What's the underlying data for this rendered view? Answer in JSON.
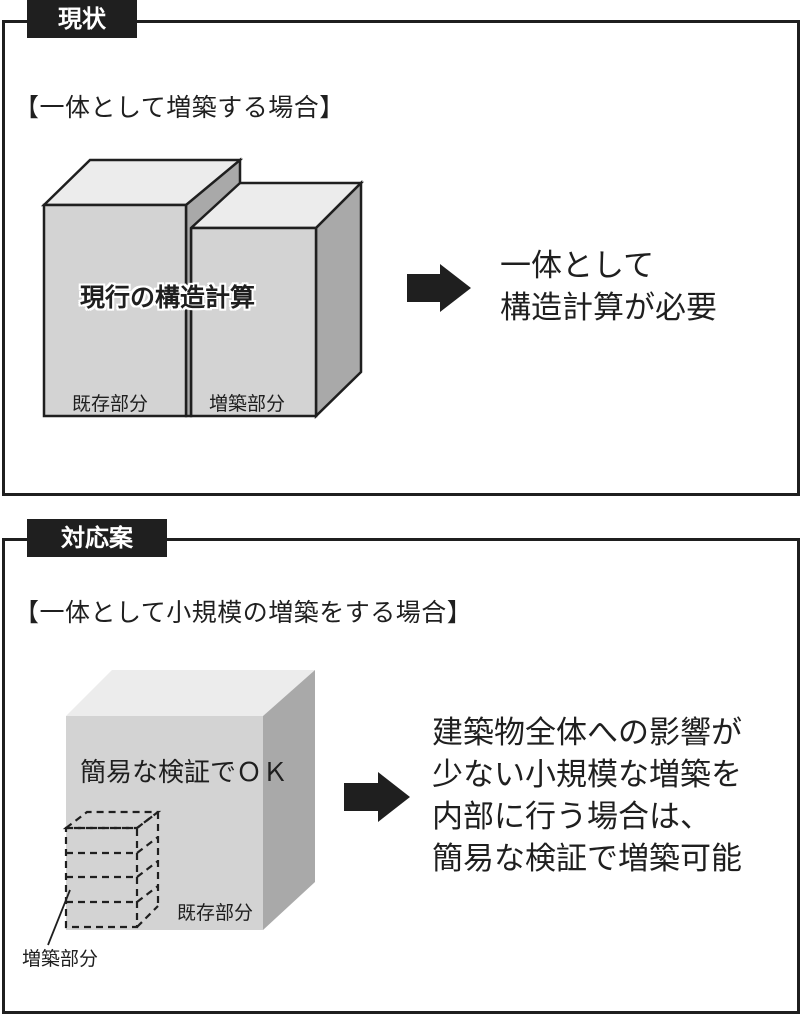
{
  "sections": {
    "current": {
      "tab_label": "現状",
      "heading": "【一体として増築する場合】",
      "block_main_label": "現行の構造計算",
      "existing_part_label": "既存部分",
      "extension_part_label": "増築部分",
      "result_lines": [
        "一体として",
        "構造計算が必要"
      ]
    },
    "proposal": {
      "tab_label": "対応案",
      "heading": "【一体として小規模の増築をする場合】",
      "block_main_label": "簡易な検証でＯＫ",
      "existing_part_label": "既存部分",
      "extension_part_label": "増築部分",
      "result_lines": [
        "建築物全体への影響が",
        "少ない小規模な増築を",
        "内部に行う場合は、",
        "簡易な検証で増築可能"
      ]
    }
  },
  "icons": [
    "right-arrow-icon",
    "right-arrow-icon"
  ],
  "colors": {
    "dark": "#1f1f1f",
    "box_front": "#d3d3d3",
    "box_top": "#ececec",
    "box_side": "#a9a9a9"
  }
}
